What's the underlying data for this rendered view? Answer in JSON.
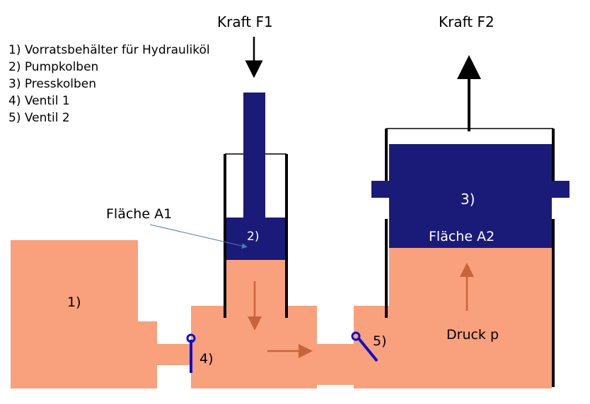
{
  "legend": [
    "1) Vorratsbehälter für Hydrauliköl",
    "2) Pumpkolben",
    "3) Presskolben",
    "4) Ventil 1",
    "5) Ventil 2"
  ],
  "labels": {
    "force1": "Kraft F1",
    "force2": "Kraft F2",
    "area1": "Fläche A1",
    "area2": "Fläche A2",
    "pressure": "Druck p",
    "reservoir": "1)",
    "pump_piston": "2)",
    "press_piston": "3)",
    "valve1": "4)",
    "valve2": "5)"
  },
  "colors": {
    "oil": "#f9a07d",
    "piston": "#1a1a78",
    "valve": "#1010cc",
    "flow_arrow": "#c8643c",
    "wall": "#000000",
    "pointer": "#4a7ab4"
  }
}
